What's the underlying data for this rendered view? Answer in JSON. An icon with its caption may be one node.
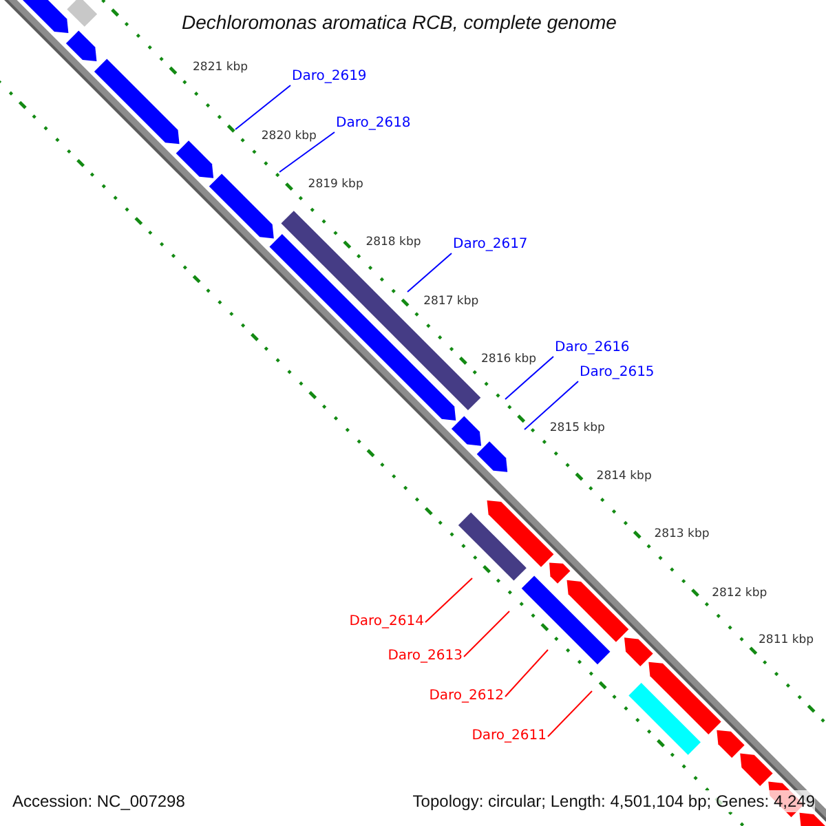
{
  "diagram": {
    "title": "Dechloromonas aromatica RCB, complete genome",
    "nodes": [
      {
        "text": [
          "Daro_2619"
        ]
      },
      {
        "text": [
          "Daro_2618"
        ]
      },
      {
        "text": [
          "Daro_2617"
        ]
      },
      {
        "text": [
          "Daro_2616"
        ]
      },
      {
        "text": [
          "Daro_2615"
        ]
      },
      {
        "text": [
          "Daro_2614"
        ]
      },
      {
        "text": [
          "Daro_2613"
        ]
      },
      {
        "text": [
          "Daro_2612"
        ]
      },
      {
        "text": [
          "Daro_2611"
        ]
      }
    ],
    "edges": [
      {
        "from": 0,
        "to": null,
        "arrow": "none"
      },
      {
        "from": 1,
        "to": null,
        "arrow": "none"
      },
      {
        "from": 2,
        "to": null,
        "arrow": "none"
      },
      {
        "from": 3,
        "to": null,
        "arrow": "none"
      },
      {
        "from": 4,
        "to": null,
        "arrow": "none"
      },
      {
        "from": 5,
        "to": null,
        "arrow": "none",
        "color": "#ff0000"
      },
      {
        "from": 6,
        "to": null,
        "arrow": "none",
        "color": "#ff0000"
      },
      {
        "from": 7,
        "to": null,
        "arrow": "none",
        "color": "#ff0000"
      },
      {
        "from": 8,
        "to": null,
        "arrow": "none",
        "color": "#ff0000"
      }
    ],
    "labels": [
      "2821 kbp",
      "2820 kbp",
      "2819 kbp",
      "2818 kbp",
      "2817 kbp",
      "2816 kbp",
      "2815 kbp",
      "2814 kbp",
      "2813 kbp",
      "2812 kbp",
      "2811 kbp",
      "Accession: NC_007298",
      "Topology: circular; Length: 4,501,104 bp; Genes: 4,249"
    ]
  }
}
